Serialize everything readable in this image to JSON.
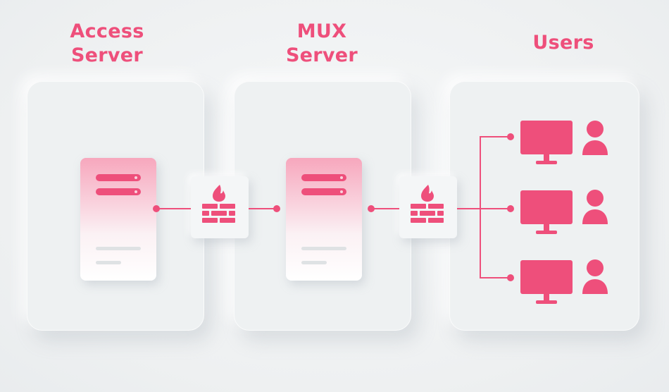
{
  "titles": {
    "access": {
      "line1": "Access",
      "line2": "Server"
    },
    "mux": {
      "line1": "MUX",
      "line2": "Server"
    },
    "users": {
      "line1": "Users"
    }
  },
  "colors": {
    "accent": "#ee4f7b",
    "panel": "#eef1f2",
    "background": "#f1f3f4"
  },
  "icons": {
    "firewall": "firewall-icon",
    "server": "server-icon",
    "monitor": "monitor-icon",
    "user": "user-icon"
  }
}
